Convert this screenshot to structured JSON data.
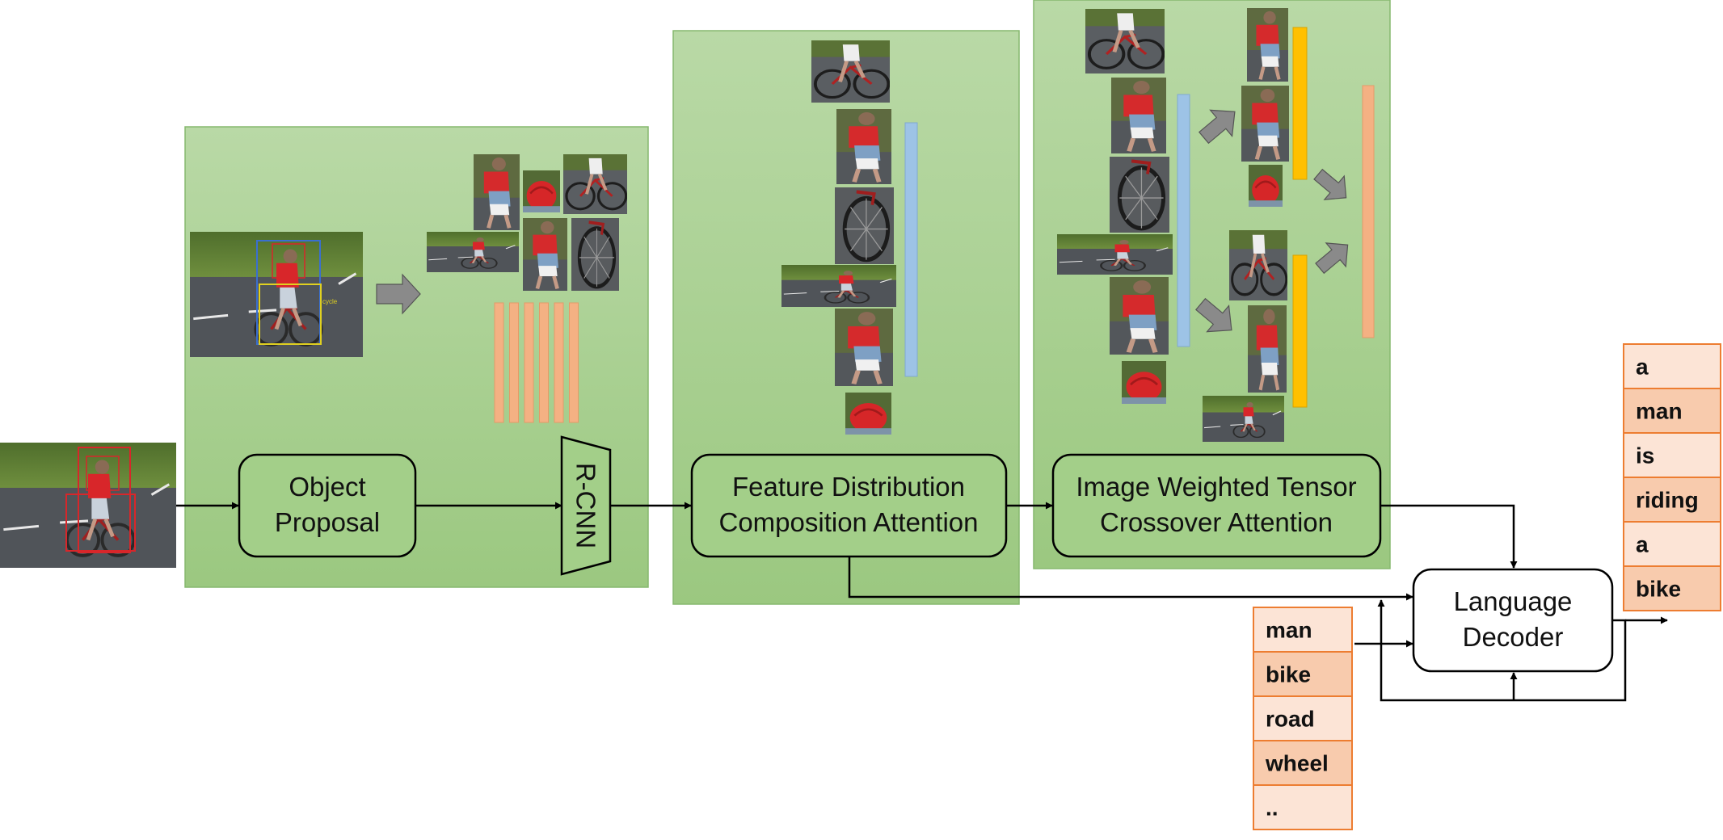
{
  "nodes": {
    "object_proposal": [
      "Object",
      "Proposal"
    ],
    "rcnn": "R-CNN",
    "fdca": [
      "Feature Distribution",
      "Composition Attention"
    ],
    "iwtca": [
      "Image Weighted Tensor",
      "Crossover Attention"
    ],
    "decoder": [
      "Language",
      "Decoder"
    ]
  },
  "input_words": [
    "man",
    "bike",
    "road",
    "wheel",
    ".."
  ],
  "output_words": [
    "a",
    "man",
    "is",
    "riding",
    "a",
    "bike"
  ],
  "detection_label": "cycle",
  "colors": {
    "panel_top": "#b7d8a4",
    "panel_bottom": "#9cc983",
    "panel_border": "#82b56b",
    "node_fill": "#a3cf89",
    "feature_orange": "#f4b183",
    "feature_blue": "#9dc3e6",
    "feature_gold": "#ffc000",
    "word_border": "#ed7d31",
    "word_fill_a": "#fce4d6",
    "word_fill_b": "#f8cbad",
    "arrow_gray": "#808080"
  }
}
